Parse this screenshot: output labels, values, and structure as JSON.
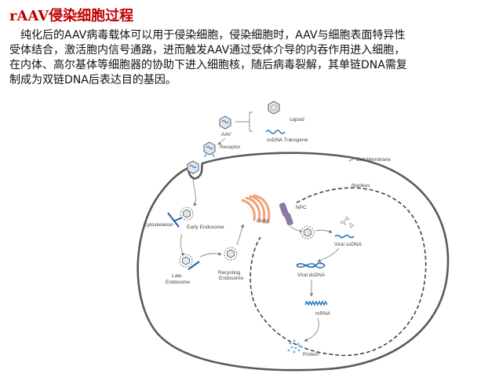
{
  "title": "rAAV侵染细胞过程",
  "paragraph_lines": [
    "纯化后的AAV病毒载体可以用于侵染细胞，侵染细胞时，AAV与细胞表面特异性",
    "受体结合，激活胞内信号通路，进而触发AAV通过受体介导的内吞作用进入细胞，",
    "在内体、高尔基体等细胞器的协助下进入细胞核，随后病毒裂解，其单链DNA需复",
    "制成为双链DNA后表达目的基因。"
  ],
  "diagram": {
    "labels": {
      "capsid": "capsid",
      "aav": "AAV",
      "ssdna_transgene": "ssDNA Transgene",
      "receptor": "Receptor",
      "cell_membrane": "Cell Membrane",
      "nucleus": "Nucleus",
      "cytoskeleton": "Cytoskeleton",
      "early_endosome": "Early Endosome",
      "golgi": "Golgi",
      "npc": "NPC",
      "viral_ssdna": "Viral ssDNA",
      "late_endosome_line1": "Late",
      "late_endosome_line2": "Endosome",
      "recycling_endosome_line1": "Recycling",
      "recycling_endosome_line2": "Endosome",
      "viral_dsdna": "Viral dsDNA",
      "mrna": "mRNA",
      "protein": "Protein"
    },
    "colors": {
      "title": "#c00000",
      "outline": "#5a5a5a",
      "aav_fill": "#dfe6ee",
      "dna_blue": "#2f7fc1",
      "golgi": "#f1a276",
      "npc": "#8b7aa6",
      "cytoskeleton": "#1f5fa8",
      "protein": "#7ab6df"
    },
    "icons": [
      "aav-capsid-icon",
      "dna-strand-icon",
      "golgi-icon",
      "npc-icon",
      "double-helix-icon",
      "mrna-wave-icon",
      "protein-dots-icon"
    ]
  }
}
